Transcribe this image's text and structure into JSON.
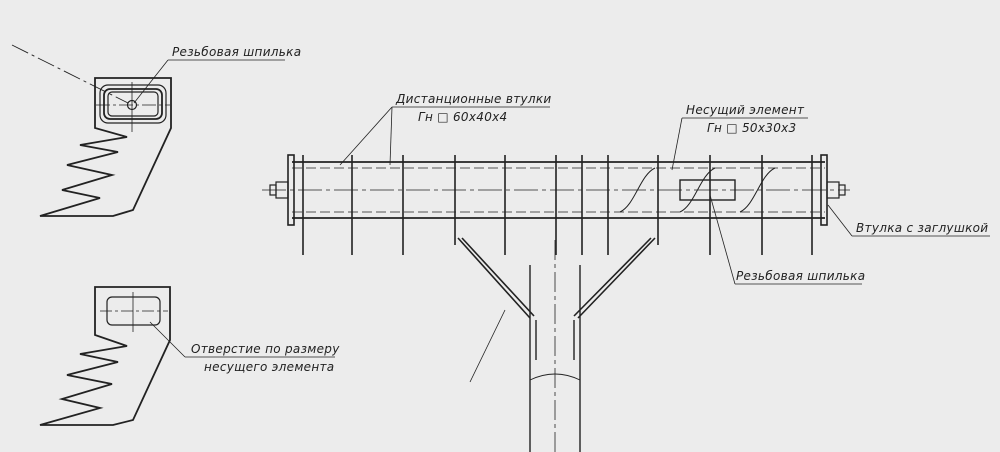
{
  "labels": {
    "threaded_stud_top": "Резьбовая шпилька",
    "spacer_sleeves": "Дистанционные втулки",
    "spacer_profile": "Гн □ 60х40х4",
    "carrier": "Несущий элемент",
    "carrier_profile": "Гн □ 50х30х3",
    "sleeve_plug": "Втулка с заглушкой",
    "threaded_stud_main": "Резьбовая шпилька",
    "hole_line1": "Отверстие по размеру",
    "hole_line2": "несущего элемента"
  },
  "colors": {
    "background": "#ececec",
    "line": "#222222"
  }
}
